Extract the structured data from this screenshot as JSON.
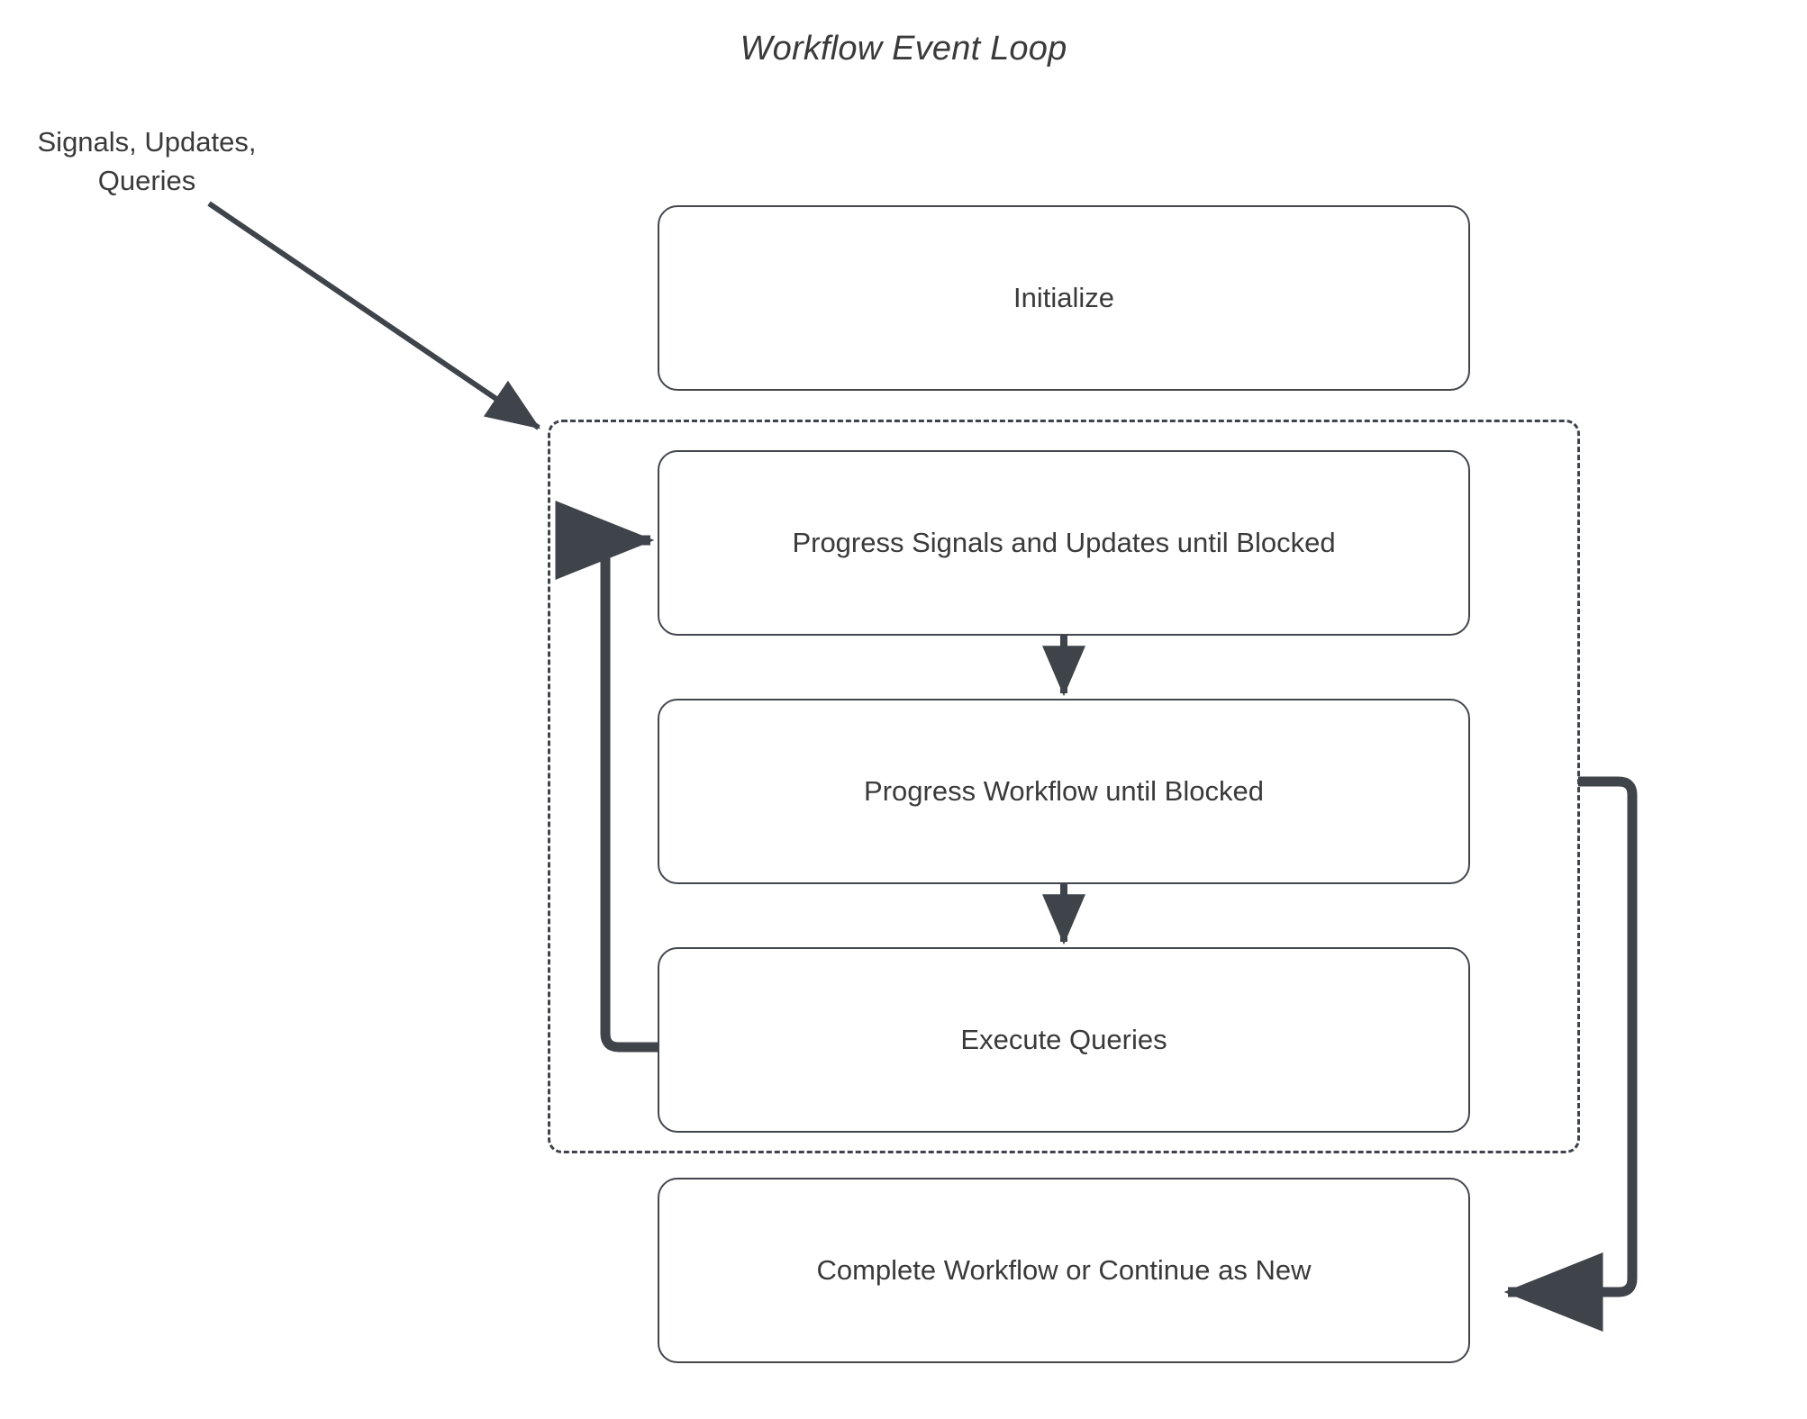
{
  "diagram": {
    "title": "Workflow Event Loop",
    "type": "flowchart",
    "external_label": "Signals, Updates, Queries",
    "external_label_lines": [
      "Signals, Updates,",
      "Queries"
    ],
    "colors": {
      "text": "#3a3a3a",
      "node_border": "#43474d",
      "node_fill": "#ffffff",
      "edge": "#3f434a",
      "dashed_group_border": "#3f434a",
      "background": "#ffffff"
    },
    "group": {
      "name": "event-loop-group",
      "style": "dashed",
      "label": ""
    },
    "nodes": [
      {
        "id": "initialize",
        "label": "Initialize",
        "in_group": false
      },
      {
        "id": "progress-signals",
        "label": "Progress Signals and Updates until Blocked",
        "in_group": true
      },
      {
        "id": "progress-workflow",
        "label": "Progress Workflow until Blocked",
        "in_group": true
      },
      {
        "id": "execute-queries",
        "label": "Execute Queries",
        "in_group": true
      },
      {
        "id": "complete-workflow",
        "label": "Complete Workflow or Continue as New",
        "in_group": false
      }
    ],
    "edges": [
      {
        "id": "external-input",
        "from": "Signals, Updates, Queries",
        "to": "event-loop-group",
        "style": "solid-arrow-diagonal"
      },
      {
        "id": "signals-to-workflow",
        "from": "progress-signals",
        "to": "progress-workflow",
        "style": "solid-arrow-down"
      },
      {
        "id": "workflow-to-queries",
        "from": "progress-workflow",
        "to": "execute-queries",
        "style": "solid-arrow-down"
      },
      {
        "id": "loop-back",
        "from": "execute-queries",
        "to": "progress-signals",
        "style": "solid-arrow-loop-left"
      },
      {
        "id": "exit-to-complete",
        "from": "event-loop-group",
        "to": "complete-workflow",
        "style": "solid-arrow-loop-right"
      }
    ]
  }
}
